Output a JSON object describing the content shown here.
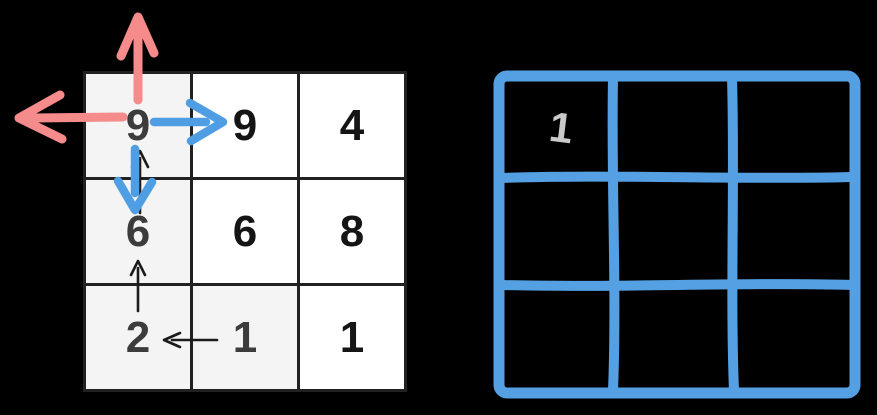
{
  "background": "#000000",
  "colors": {
    "grid_line": "#212121",
    "cell_white": "#ffffff",
    "cell_shaded": "#f4f4f4",
    "number_black": "#151515",
    "number_gray": "#3c3c3c",
    "red_arrow": "#f68b8b",
    "blue_arrow": "#4f9ee4",
    "black_arrow": "#1b1b1b",
    "right_grid_line": "#55a0e3",
    "right_value_color": "#c9c9c9"
  },
  "left_grid": {
    "cells": [
      [
        {
          "value": "9",
          "shaded": true
        },
        {
          "value": "9",
          "shaded": false
        },
        {
          "value": "4",
          "shaded": false
        }
      ],
      [
        {
          "value": "6",
          "shaded": true
        },
        {
          "value": "6",
          "shaded": false
        },
        {
          "value": "8",
          "shaded": false
        }
      ],
      [
        {
          "value": "2",
          "shaded": true
        },
        {
          "value": "1",
          "shaded": true
        },
        {
          "value": "1",
          "shaded": false
        }
      ]
    ]
  },
  "right_grid": {
    "cells": [
      [
        "1",
        "",
        ""
      ],
      [
        "",
        "",
        ""
      ],
      [
        "",
        "",
        ""
      ]
    ]
  },
  "arrows": [
    {
      "id": "red-up-from-9",
      "color": "red",
      "direction": "up",
      "from": "row0-col0",
      "to": "outside-top"
    },
    {
      "id": "red-left-from-9",
      "color": "red",
      "direction": "left",
      "from": "row0-col0",
      "to": "outside-left"
    },
    {
      "id": "blue-right-9-to-9",
      "color": "blue",
      "direction": "right",
      "from": "row0-col0",
      "to": "row0-col1"
    },
    {
      "id": "blue-down-9-to-6",
      "color": "blue",
      "direction": "down",
      "from": "row0-col0",
      "to": "row1-col0"
    },
    {
      "id": "black-up-6-to-9",
      "color": "black",
      "direction": "up",
      "from": "row1-col0",
      "to": "row0-col0"
    },
    {
      "id": "black-up-2-to-6",
      "color": "black",
      "direction": "up",
      "from": "row2-col0",
      "to": "row1-col0"
    },
    {
      "id": "black-left-1-to-2",
      "color": "black",
      "direction": "left",
      "from": "row2-col1",
      "to": "row2-col0"
    }
  ]
}
